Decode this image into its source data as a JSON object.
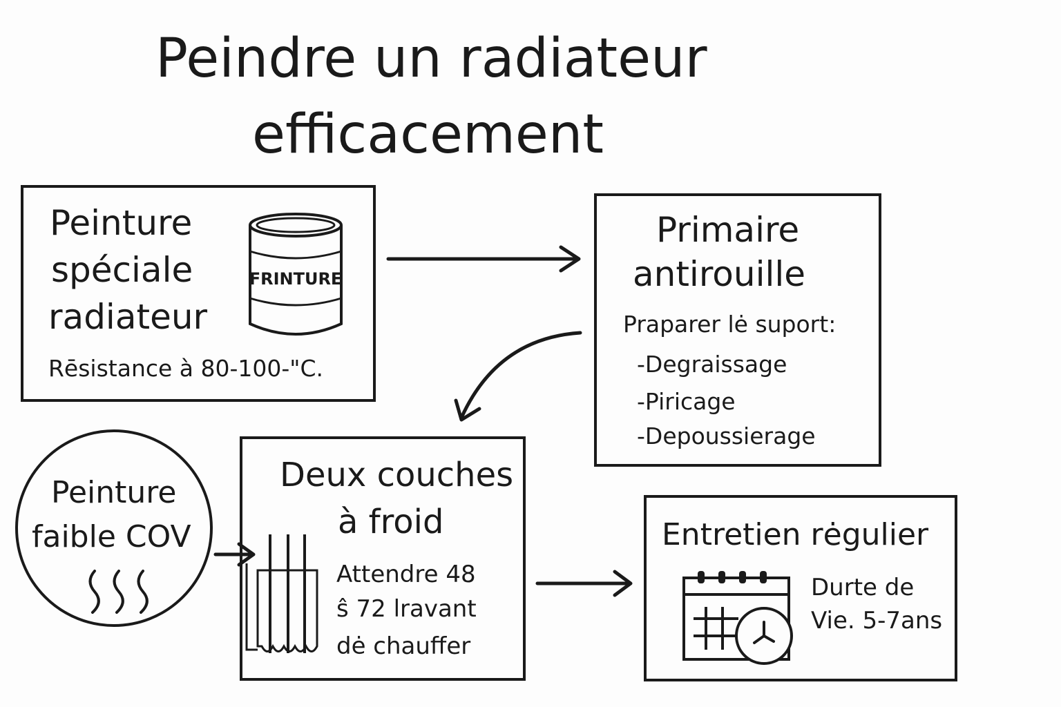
{
  "title": {
    "line1": "Peindre un radiateur",
    "line2": "efficacement"
  },
  "box_paint": {
    "heading": [
      "Peinture",
      "spéciale",
      "radiateur"
    ],
    "can_label": "FRINTURE",
    "note": "Rēsistance à 80-100-\"C."
  },
  "box_primer": {
    "heading": [
      "Primaire",
      "antirouille"
    ],
    "intro": "Praparer lė suport:",
    "steps": [
      "-Degraissage",
      "-Piricage",
      "-Depoussierage"
    ]
  },
  "circle_cov": {
    "text": [
      "Peinture",
      "faible COV"
    ],
    "icon": "vapor-icon"
  },
  "box_coats": {
    "heading": [
      "Deux couches",
      "à froid"
    ],
    "note": [
      "Attendre 48",
      "ŝ 72 lravant",
      "dė chauffer"
    ],
    "icon": "radiator-icon"
  },
  "box_maintenance": {
    "heading": "Entretien rėgulier",
    "note": [
      "Durte de",
      "Vie. 5-7ans"
    ],
    "icon": "calendar-clock-icon"
  },
  "colors": {
    "ink": "#1a1a1a",
    "background": "#fdfdfd"
  }
}
